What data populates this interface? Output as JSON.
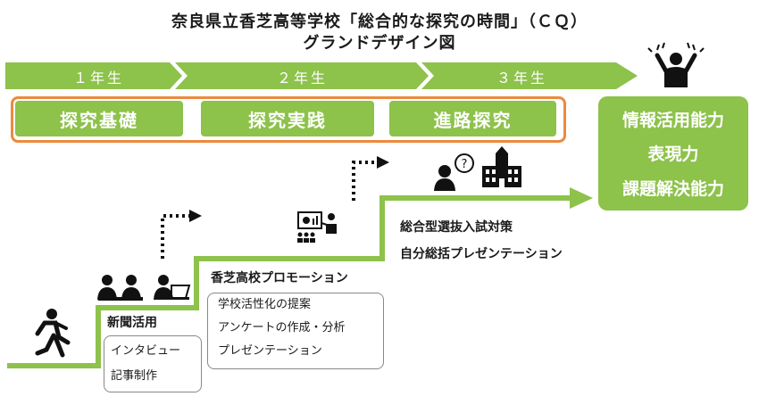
{
  "title": {
    "line1": "奈良県立香芝高等学校「総合的な探究の時間」（ＣＱ）",
    "line2": "グランドデザイン図"
  },
  "years": [
    "１年生",
    "２年生",
    "３年生"
  ],
  "phases": [
    "探究基礎",
    "探究実践",
    "進路探究"
  ],
  "goals": [
    "情報活用能力",
    "表現力",
    "課題解決能力"
  ],
  "steps": [
    {
      "title": "新聞活用",
      "items": [
        "インタビュー",
        "記事制作"
      ]
    },
    {
      "title": "香芝高校プロモーション",
      "items": [
        "学校活性化の提案",
        "アンケートの作成・分析",
        "プレゼンテーション"
      ]
    },
    {
      "title": "総合型選抜入試対策",
      "items": [
        "自分総括プレゼンテーション"
      ]
    }
  ],
  "icons": [
    "runner-icon",
    "discussion-icon",
    "presentation-icon",
    "consultation-icon",
    "building-icon",
    "celebration-icon"
  ],
  "colors": {
    "green": "#8dc24b",
    "orange": "#ec8a3c",
    "text": "#1a1a1a"
  }
}
